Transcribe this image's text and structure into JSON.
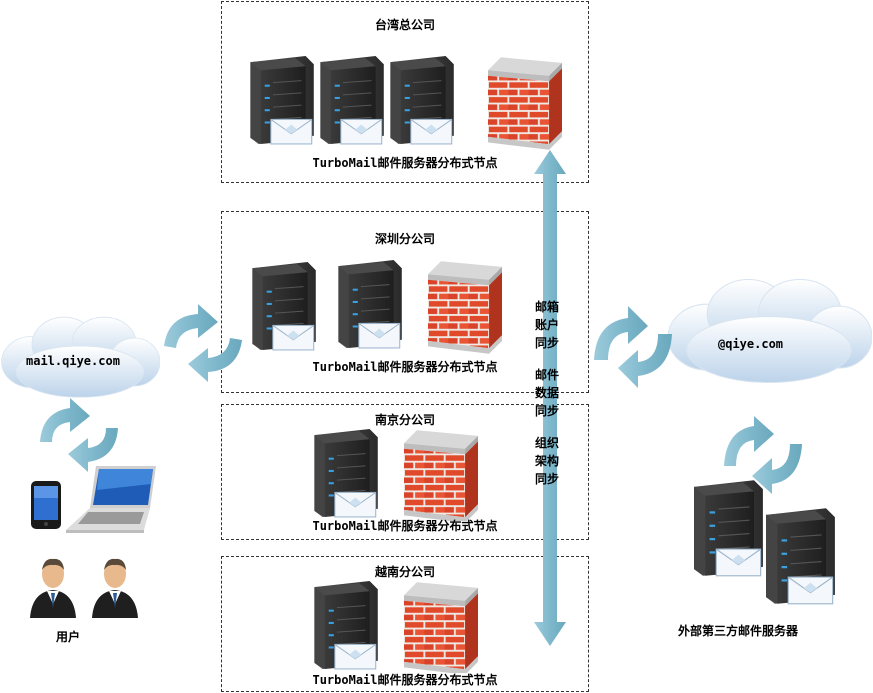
{
  "offices": [
    {
      "title": "台湾总公司",
      "caption": "TurboMail邮件服务器分布式节点"
    },
    {
      "title": "深圳分公司",
      "caption": "TurboMail邮件服务器分布式节点"
    },
    {
      "title": "南京分公司",
      "caption": "TurboMail邮件服务器分布式节点"
    },
    {
      "title": "越南分公司",
      "caption": "TurboMail邮件服务器分布式节点"
    }
  ],
  "sync_labels": [
    "邮箱",
    "账户",
    "同步",
    "邮件",
    "数据",
    "同步",
    "组织",
    "架构",
    "同步"
  ],
  "left_cloud": "mail.qiye.com",
  "right_cloud": "@qiye.com",
  "users_label": "用户",
  "external_label": "外部第三方邮件服务器",
  "colors": {
    "arrow": "#7fb8cc",
    "brick": "#e0492a",
    "server": "#2d2d2d"
  }
}
